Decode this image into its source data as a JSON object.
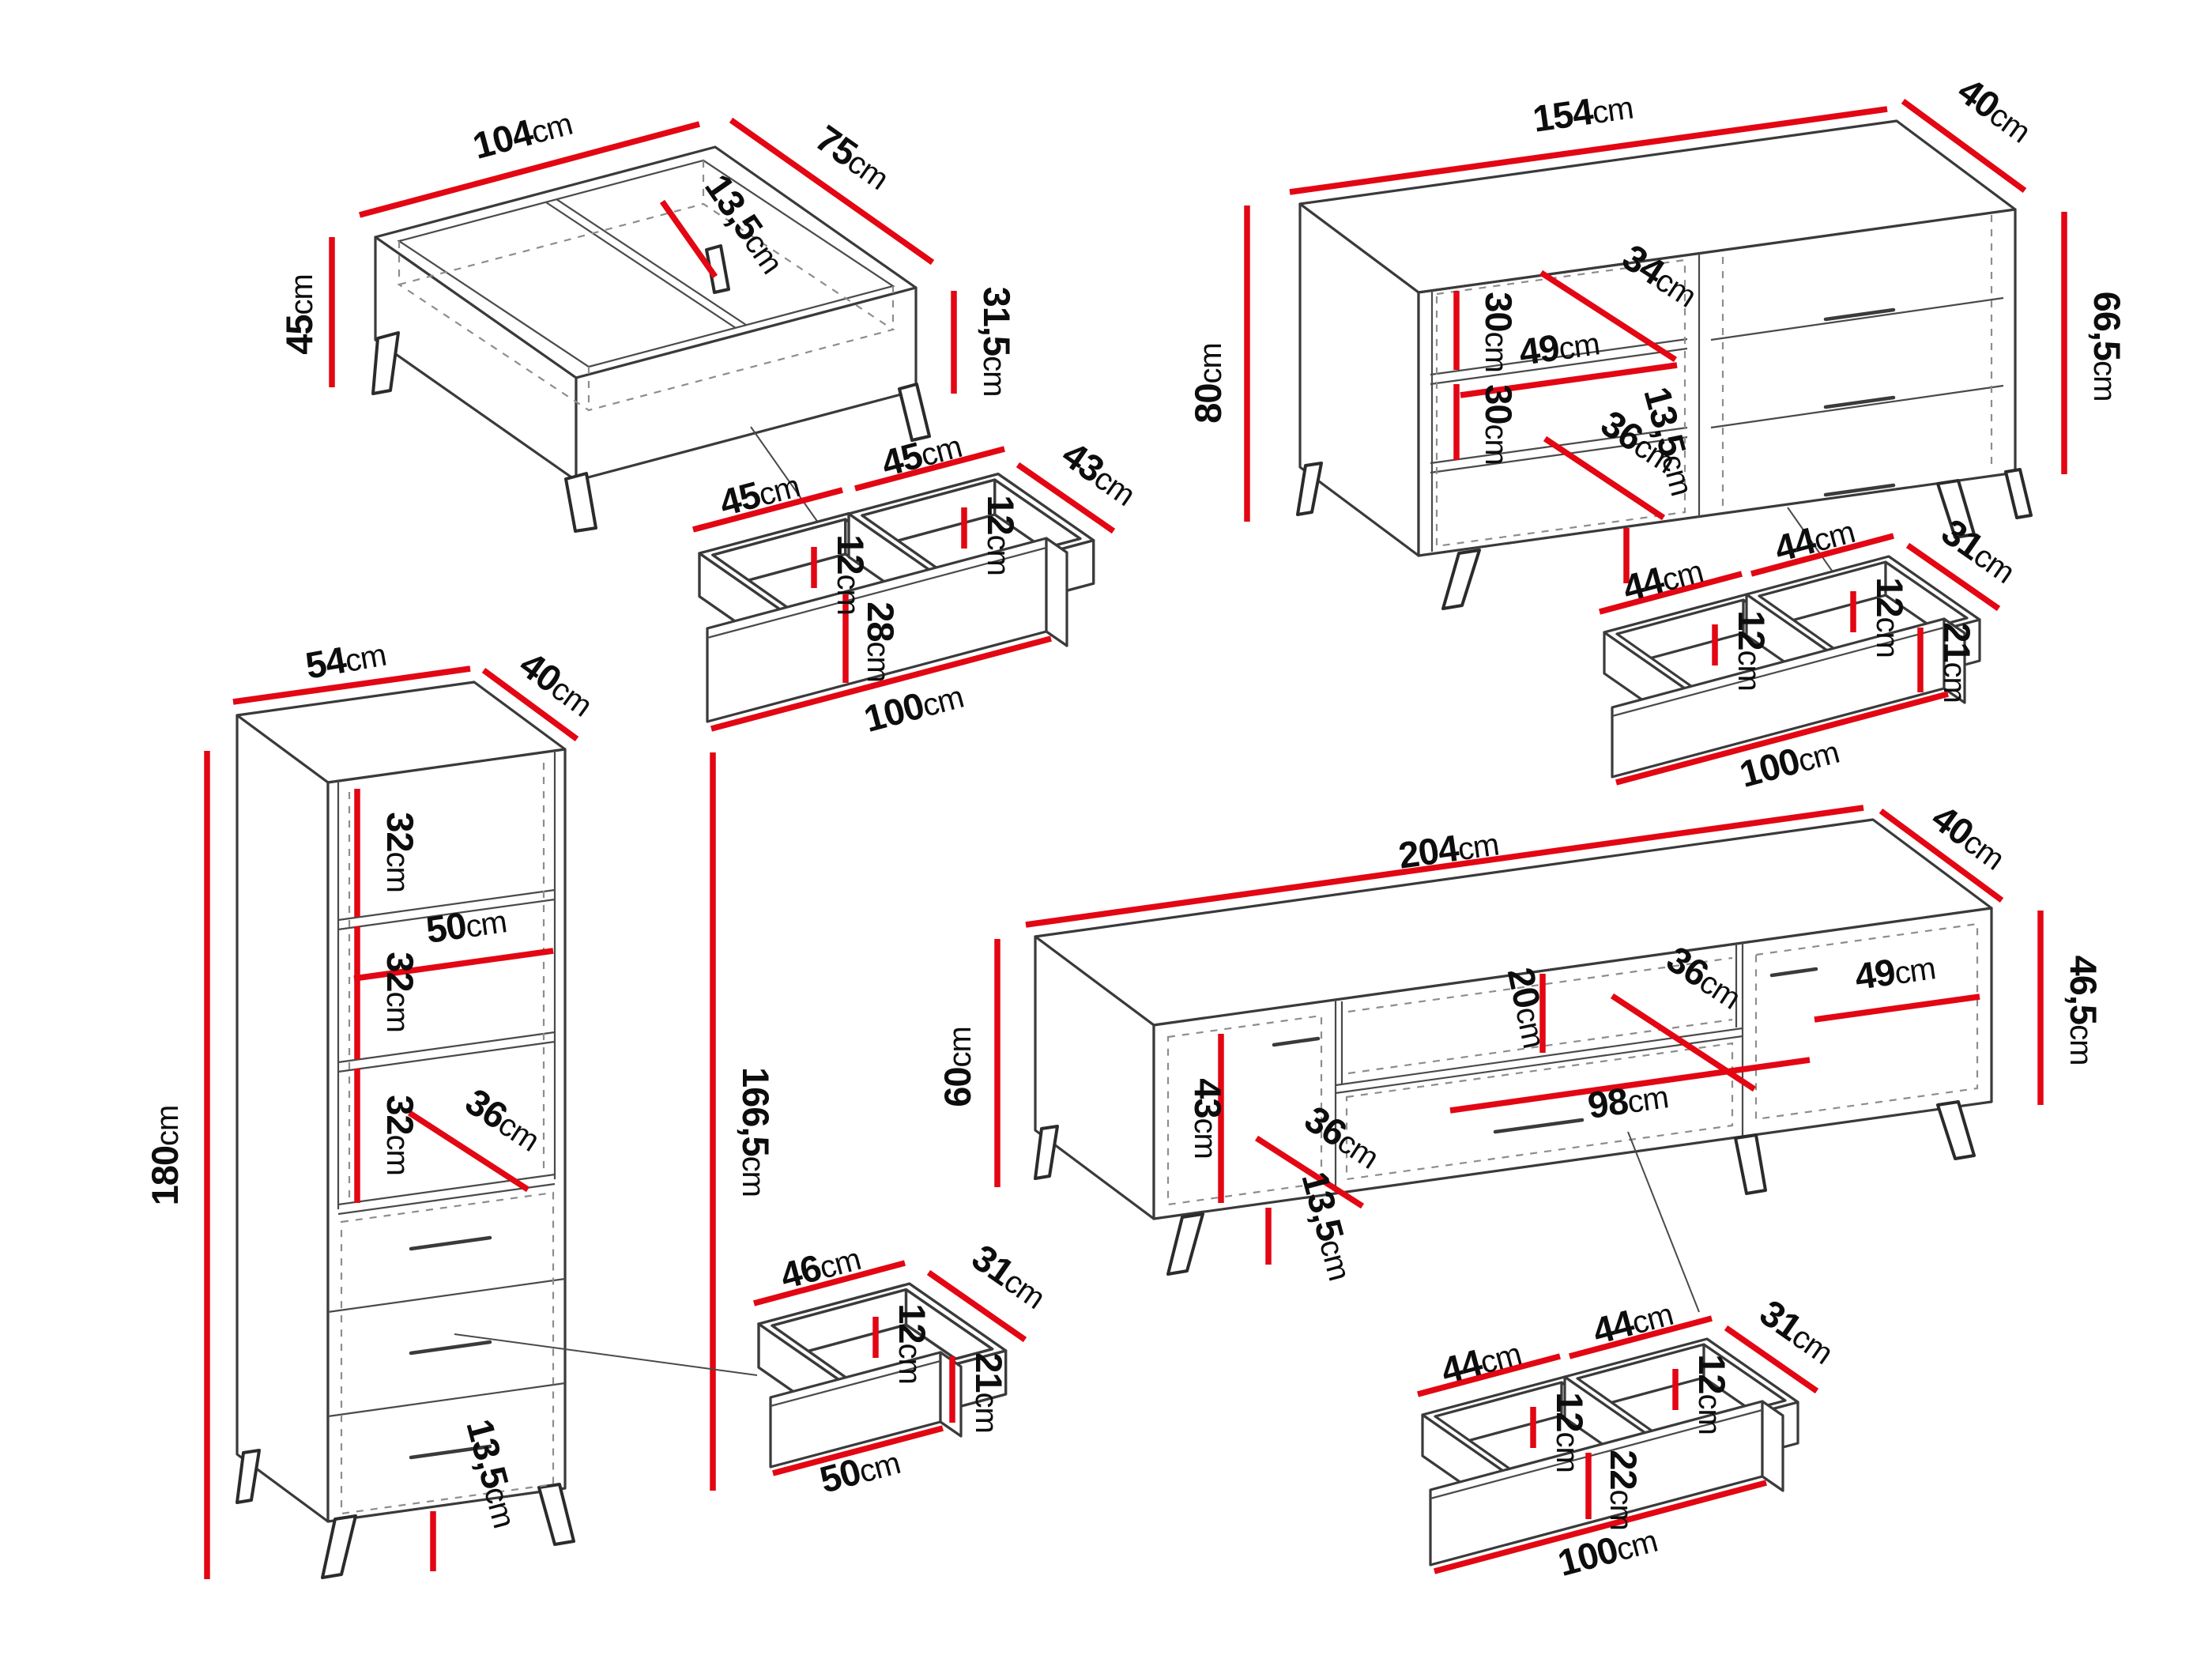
{
  "colors": {
    "dimension_line": "#e30613",
    "drawing_line": "#3a3a3a",
    "hidden_line": "#8d8d8d"
  },
  "unit": "cm",
  "pieces": {
    "coffee_table": {
      "labels": {
        "width": {
          "v": "104",
          "u": "cm"
        },
        "depth": {
          "v": "75",
          "u": "cm"
        },
        "total_height": {
          "v": "45",
          "u": "cm"
        },
        "body_height": {
          "v": "31,5",
          "u": "cm"
        },
        "tray_depth": {
          "v": "13,5",
          "u": "cm"
        }
      }
    },
    "coffee_table_drawers": {
      "labels": {
        "left_width": {
          "v": "45",
          "u": "cm"
        },
        "right_width": {
          "v": "45",
          "u": "cm"
        },
        "depth": {
          "v": "43",
          "u": "cm"
        },
        "left_inner_height": {
          "v": "12",
          "u": "cm"
        },
        "right_inner_height": {
          "v": "12",
          "u": "cm"
        },
        "front_height": {
          "v": "28",
          "u": "cm"
        },
        "total_width": {
          "v": "100",
          "u": "cm"
        }
      }
    },
    "sideboard": {
      "labels": {
        "width": {
          "v": "154",
          "u": "cm"
        },
        "depth": {
          "v": "40",
          "u": "cm"
        },
        "total_height": {
          "v": "80",
          "u": "cm"
        },
        "shelf_gap_1": {
          "v": "30",
          "u": "cm"
        },
        "shelf_gap_2": {
          "v": "30",
          "u": "cm"
        },
        "door_diagonal": {
          "v": "34",
          "u": "cm"
        },
        "inner_width": {
          "v": "49",
          "u": "cm"
        },
        "drawer_diagonal": {
          "v": "36",
          "u": "cm"
        },
        "body_height": {
          "v": "66,5",
          "u": "cm"
        },
        "leg_height": {
          "v": "13,5",
          "u": "cm"
        }
      }
    },
    "sideboard_drawers": {
      "labels": {
        "left_width": {
          "v": "44",
          "u": "cm"
        },
        "right_width": {
          "v": "44",
          "u": "cm"
        },
        "depth": {
          "v": "31",
          "u": "cm"
        },
        "left_inner_height": {
          "v": "12",
          "u": "cm"
        },
        "right_inner_height": {
          "v": "12",
          "u": "cm"
        },
        "front_height": {
          "v": "21",
          "u": "cm"
        },
        "total_width": {
          "v": "100",
          "u": "cm"
        }
      }
    },
    "tall_cabinet": {
      "labels": {
        "width": {
          "v": "54",
          "u": "cm"
        },
        "depth": {
          "v": "40",
          "u": "cm"
        },
        "total_height": {
          "v": "180",
          "u": "cm"
        },
        "shelf_gap_1": {
          "v": "32",
          "u": "cm"
        },
        "shelf_gap_2": {
          "v": "32",
          "u": "cm"
        },
        "shelf_gap_3": {
          "v": "32",
          "u": "cm"
        },
        "inner_width": {
          "v": "50",
          "u": "cm"
        },
        "drawer_diagonal": {
          "v": "36",
          "u": "cm"
        },
        "body_height": {
          "v": "166,5",
          "u": "cm"
        },
        "leg_height": {
          "v": "13,5",
          "u": "cm"
        }
      }
    },
    "cabinet_drawer": {
      "labels": {
        "width": {
          "v": "46",
          "u": "cm"
        },
        "depth": {
          "v": "31",
          "u": "cm"
        },
        "inner_height": {
          "v": "12",
          "u": "cm"
        },
        "front_height": {
          "v": "21",
          "u": "cm"
        },
        "bottom_width": {
          "v": "50",
          "u": "cm"
        }
      }
    },
    "tv_stand": {
      "labels": {
        "width": {
          "v": "204",
          "u": "cm"
        },
        "depth": {
          "v": "40",
          "u": "cm"
        },
        "total_height": {
          "v": "60",
          "u": "cm"
        },
        "left_inner_width": {
          "v": "43",
          "u": "cm"
        },
        "niche_height": {
          "v": "20",
          "u": "cm"
        },
        "door_diagonal": {
          "v": "36",
          "u": "cm"
        },
        "top_diagonal": {
          "v": "36",
          "u": "cm"
        },
        "niche_width": {
          "v": "98",
          "u": "cm"
        },
        "right_inner_width": {
          "v": "49",
          "u": "cm"
        },
        "body_height": {
          "v": "46,5",
          "u": "cm"
        },
        "leg_height": {
          "v": "13,5",
          "u": "cm"
        }
      }
    },
    "tv_stand_drawers": {
      "labels": {
        "left_width": {
          "v": "44",
          "u": "cm"
        },
        "right_width": {
          "v": "44",
          "u": "cm"
        },
        "depth": {
          "v": "31",
          "u": "cm"
        },
        "left_inner_height": {
          "v": "12",
          "u": "cm"
        },
        "right_inner_height": {
          "v": "12",
          "u": "cm"
        },
        "front_height": {
          "v": "22",
          "u": "cm"
        },
        "total_width": {
          "v": "100",
          "u": "cm"
        }
      }
    }
  }
}
